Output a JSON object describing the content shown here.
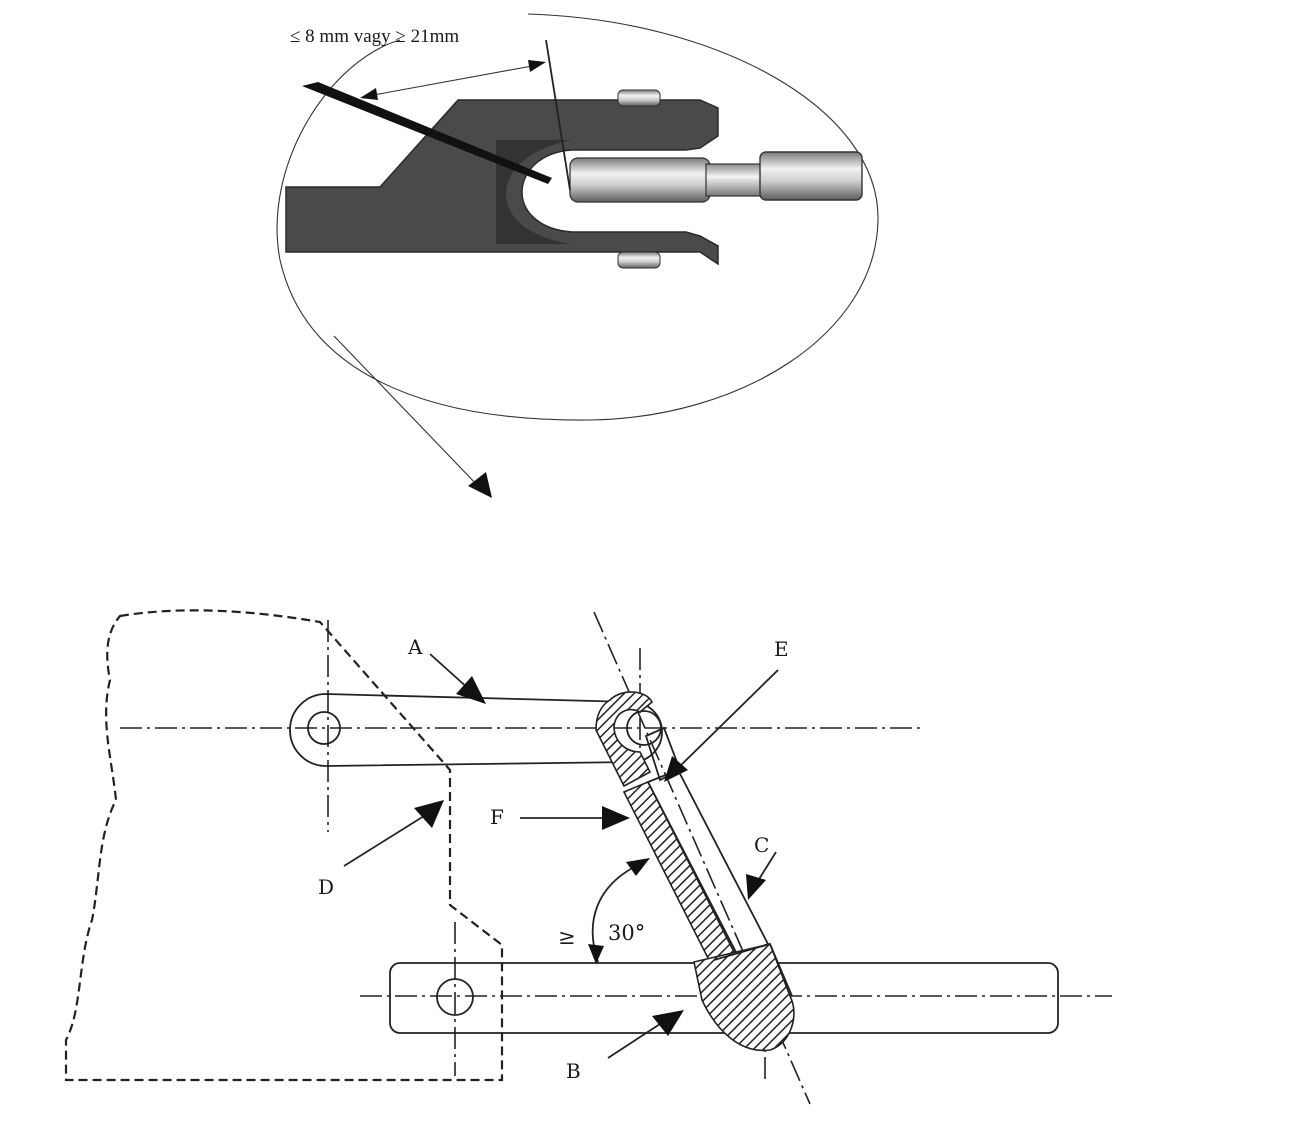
{
  "detail": {
    "dimension_text": "≤ 8 mm vagy ≥ 21mm"
  },
  "labels": {
    "A": "A",
    "B": "B",
    "C": "C",
    "D": "D",
    "E": "E",
    "F": "F"
  },
  "angle": {
    "symbol": "≥",
    "value": "30°"
  }
}
